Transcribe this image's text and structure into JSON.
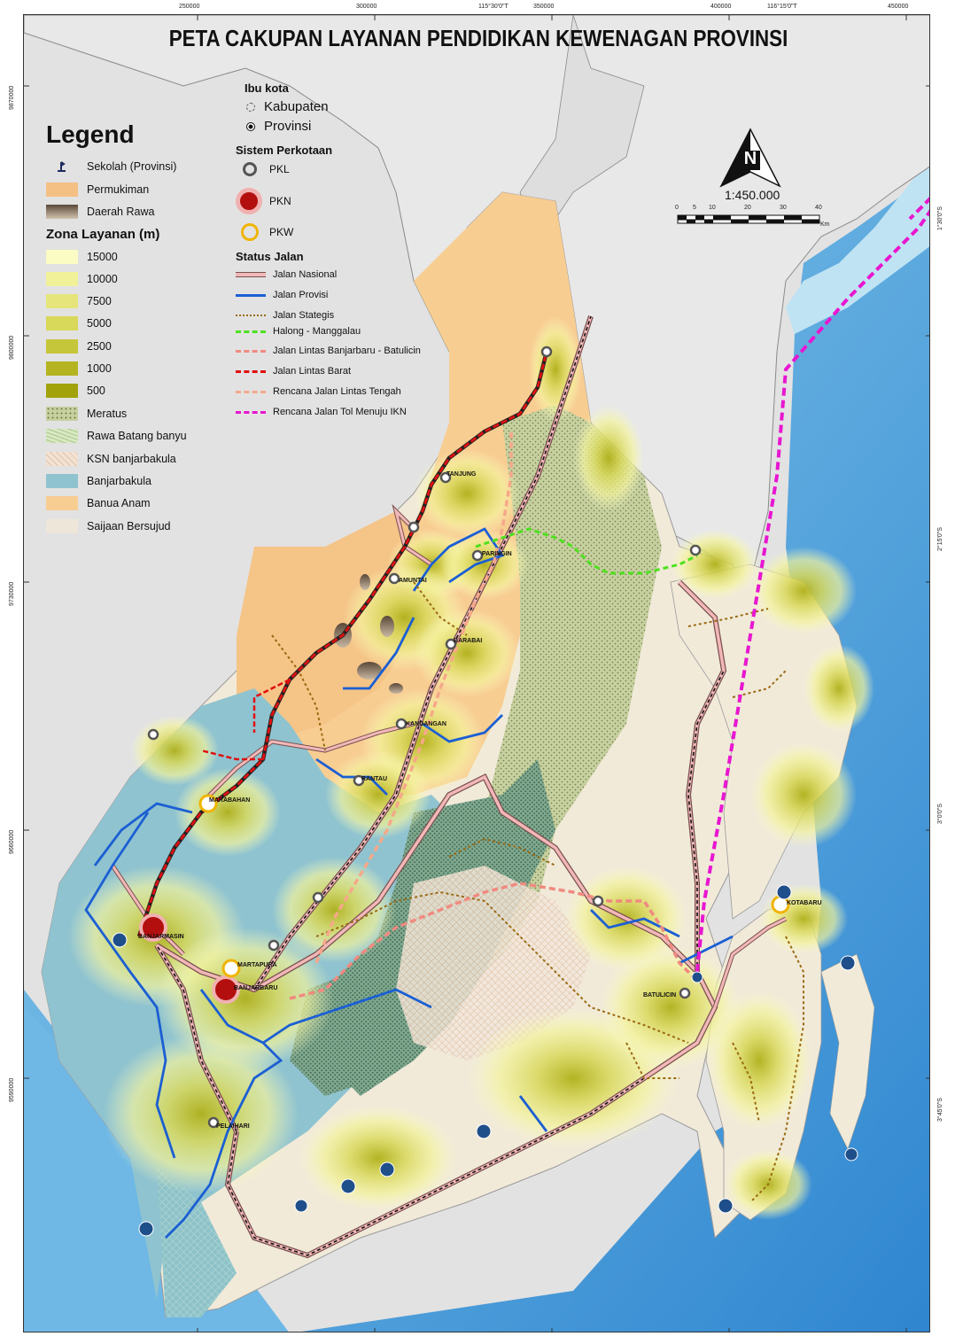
{
  "title": "PETA CAKUPAN LAYANAN PENDIDIKAN KEWENAGAN PROVINSI",
  "top_coords": [
    "250000",
    "300000",
    "115°30'0\"T",
    "350000",
    "400000",
    "116°15'0\"T",
    "450000"
  ],
  "left_coords": [
    "9870000",
    "9800000",
    "9730000",
    "9660000",
    "9590000"
  ],
  "right_coords": [
    "1°30'0\"S",
    "2°15'0\"S",
    "3°0'0\"S",
    "3°45'0\"S"
  ],
  "legend": {
    "title": "Legend",
    "items": [
      {
        "label": "Sekolah (Provinsi)",
        "color": "#1f2a5e",
        "kind": "school"
      },
      {
        "label": "Permukiman",
        "color": "#f5c084",
        "kind": "fill"
      },
      {
        "label": "Daerah Rawa",
        "color": "#8a7460",
        "kind": "gradient"
      }
    ],
    "zona_title": "Zona Layanan (m)",
    "zona": [
      {
        "label": "15000",
        "color": "#fbfbc4"
      },
      {
        "label": "10000",
        "color": "#f1f19a"
      },
      {
        "label": "7500",
        "color": "#e5e57b"
      },
      {
        "label": "5000",
        "color": "#d8d85a"
      },
      {
        "label": "2500",
        "color": "#c6c63a"
      },
      {
        "label": "1000",
        "color": "#b4b421"
      },
      {
        "label": "500",
        "color": "#a2a20d"
      }
    ],
    "areas": [
      {
        "label": "Meratus",
        "color": "#b9c69a",
        "kind": "dots"
      },
      {
        "label": "Rawa Batang banyu",
        "color": "#d9e8c3",
        "kind": "grass"
      },
      {
        "label": "KSN banjarbakula",
        "color": "#f3e2d3",
        "kind": "cross"
      },
      {
        "label": "Banjarbakula",
        "color": "#8fc3cf",
        "kind": "fill"
      },
      {
        "label": "Banua Anam",
        "color": "#f8cd92",
        "kind": "fill"
      },
      {
        "label": "Saijaan Bersujud",
        "color": "#ede6d9",
        "kind": "fill"
      }
    ]
  },
  "ibu_kota": {
    "title": "Ibu kota",
    "items": [
      "Kabupaten",
      "Provinsi"
    ]
  },
  "sistem_perkotaan": {
    "title": "Sistem Perkotaan",
    "items": [
      {
        "label": "PKL",
        "color": "#555555"
      },
      {
        "label": "PKN",
        "color": "#a81818"
      },
      {
        "label": "PKW",
        "color": "#f0b400"
      }
    ]
  },
  "status_jalan": {
    "title": "Status Jalan",
    "items": [
      {
        "label": "Jalan Nasional",
        "color": "#e8a8a8",
        "style": "solid-outline"
      },
      {
        "label": "Jalan Provisi",
        "color": "#1b5fd3",
        "style": "solid"
      },
      {
        "label": "Jalan Stategis",
        "color": "#9a6a12",
        "style": "dotted"
      },
      {
        "label": "Halong - Manggalau",
        "color": "#4de11d",
        "style": "dashed"
      },
      {
        "label": "Jalan Lintas Banjarbaru - Batulicin",
        "color": "#f08a80",
        "style": "dashed"
      },
      {
        "label": "Jalan Lintas Barat",
        "color": "#e01010",
        "style": "dashed"
      },
      {
        "label": "Rencana Jalan Lintas Tengah",
        "color": "#f6a88a",
        "style": "dashed"
      },
      {
        "label": "Rencana Jalan Tol Menuju IKN",
        "color": "#e816d0",
        "style": "dashed"
      }
    ]
  },
  "north": {
    "label": "N"
  },
  "scale": {
    "ratio": "1:450.000",
    "ticks": [
      "0",
      "5",
      "10",
      "20",
      "30",
      "40"
    ],
    "unit": "Km"
  },
  "cities": [
    {
      "name": "TANJUNG"
    },
    {
      "name": "PARINGIN"
    },
    {
      "name": "AMUNTAI"
    },
    {
      "name": "BARABAI"
    },
    {
      "name": "KANDANGAN"
    },
    {
      "name": "RANTAU"
    },
    {
      "name": "MARABAHAN"
    },
    {
      "name": "BANJARMASIN"
    },
    {
      "name": "MARTAPURA"
    },
    {
      "name": "BANJARBARU"
    },
    {
      "name": "PELAIHARI"
    },
    {
      "name": "BATULICIN"
    },
    {
      "name": "KOTABARU"
    }
  ],
  "colors": {
    "sea_deep": "#3a8fd6",
    "sea_light": "#9fd4ee",
    "outside": "#e4e4e4"
  }
}
